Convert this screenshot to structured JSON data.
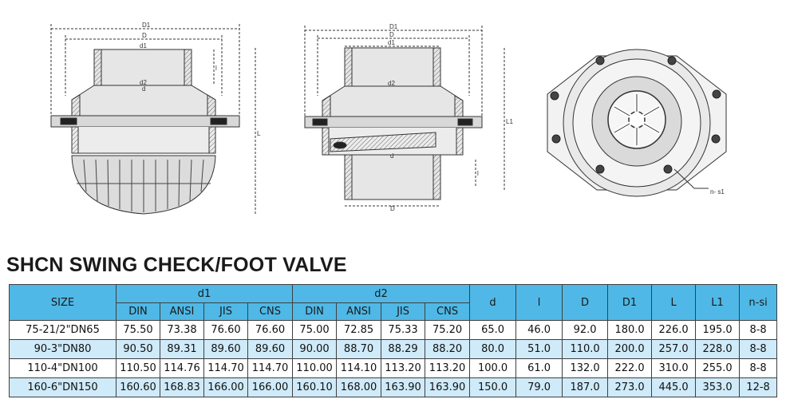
{
  "drawing_labels": {
    "d1_outer": "D1",
    "d_outer": "D",
    "d1_inner": "d1",
    "d2": "d2",
    "d": "d",
    "l": "l",
    "L": "L",
    "L1": "L1",
    "n_si": "n- s1"
  },
  "title": "SHCN SWING CHECK/FOOT VALVE",
  "table": {
    "header_size": "SIZE",
    "group_d1": "d1",
    "group_d2": "d2",
    "sub_headers": [
      "DIN",
      "ANSI",
      "JIS",
      "CNS"
    ],
    "col_d": "d",
    "col_l": "l",
    "col_D": "D",
    "col_D1": "D1",
    "col_L": "L",
    "col_L1": "L1",
    "col_nsi": "n-si",
    "rows": [
      {
        "size": "75-21/2\"DN65",
        "d1_din": "75.50",
        "d1_ansi": "73.38",
        "d1_jis": "76.60",
        "d1_cns": "76.60",
        "d2_din": "75.00",
        "d2_ansi": "72.85",
        "d2_jis": "75.33",
        "d2_cns": "75.20",
        "d": "65.0",
        "l": "46.0",
        "D": "92.0",
        "D1": "180.0",
        "L": "226.0",
        "L1": "195.0",
        "nsi": "8-8"
      },
      {
        "size": "90-3\"DN80",
        "d1_din": "90.50",
        "d1_ansi": "89.31",
        "d1_jis": "89.60",
        "d1_cns": "89.60",
        "d2_din": "90.00",
        "d2_ansi": "88.70",
        "d2_jis": "88.29",
        "d2_cns": "88.20",
        "d": "80.0",
        "l": "51.0",
        "D": "110.0",
        "D1": "200.0",
        "L": "257.0",
        "L1": "228.0",
        "nsi": "8-8"
      },
      {
        "size": "110-4\"DN100",
        "d1_din": "110.50",
        "d1_ansi": "114.76",
        "d1_jis": "114.70",
        "d1_cns": "114.70",
        "d2_din": "110.00",
        "d2_ansi": "114.10",
        "d2_jis": "113.20",
        "d2_cns": "113.20",
        "d": "100.0",
        "l": "61.0",
        "D": "132.0",
        "D1": "222.0",
        "L": "310.0",
        "L1": "255.0",
        "nsi": "8-8"
      },
      {
        "size": "160-6\"DN150",
        "d1_din": "160.60",
        "d1_ansi": "168.83",
        "d1_jis": "166.00",
        "d1_cns": "166.00",
        "d2_din": "160.10",
        "d2_ansi": "168.00",
        "d2_jis": "163.90",
        "d2_cns": "163.90",
        "d": "150.0",
        "l": "79.0",
        "D": "187.0",
        "D1": "273.0",
        "L": "445.0",
        "L1": "353.0",
        "nsi": "12-8"
      }
    ]
  }
}
